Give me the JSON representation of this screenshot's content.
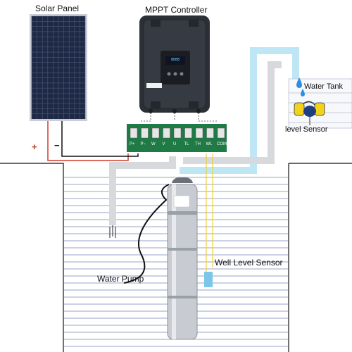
{
  "labels": {
    "solar_panel": "Solar Panel",
    "mppt_controller": "MPPT Controller",
    "water_tank": "Water Tank",
    "level_sensor": "level Sensor",
    "well_level_sensor": "Well Level Sensor",
    "water_pump": "Water Pump",
    "positive": "+",
    "negative": "−"
  },
  "terminals": [
    "P+",
    "P−",
    "W",
    "V",
    "U",
    "TL",
    "TH",
    "WL",
    "COM"
  ],
  "controller_display": "8888",
  "colors": {
    "panel_cell": "#1e2a45",
    "panel_frame": "#c9ced6",
    "controller_body": "#2c2f35",
    "terminal_board": "#1f7a45",
    "water_lines": "#9aa3c8",
    "tank_pipe": "#bfe6f5",
    "pump_body": "#c8ccd2",
    "sensor_wire": "#e8d23a",
    "positive_wire": "#d33a2c",
    "negative_wire": "#111111"
  }
}
